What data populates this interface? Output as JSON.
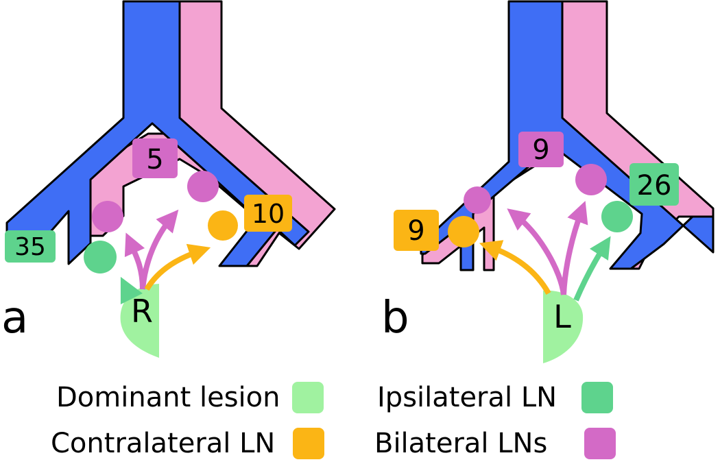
{
  "colors": {
    "vein_blue": "#3f6ef5",
    "artery_pink": "#f3a3d2",
    "outline": "#000000",
    "dominant_lesion": "#a0f2a0",
    "ipsilateral_ln": "#5ed38d",
    "contralateral_ln": "#fbb515",
    "bilateral_ln": "#d36ac6"
  },
  "panels": {
    "a": {
      "label": "a",
      "lesion_side": "R",
      "counts": {
        "ipsilateral": "35",
        "bilateral": "5",
        "contralateral": "10"
      }
    },
    "b": {
      "label": "b",
      "lesion_side": "L",
      "counts": {
        "ipsilateral": "26",
        "bilateral": "9",
        "contralateral": "9"
      }
    }
  },
  "legend": {
    "dominant_lesion": "Dominant lesion",
    "ipsilateral_ln": "Ipsilateral LN",
    "contralateral_ln": "Contralateral LN",
    "bilateral_lns": "Bilateral LNs"
  }
}
